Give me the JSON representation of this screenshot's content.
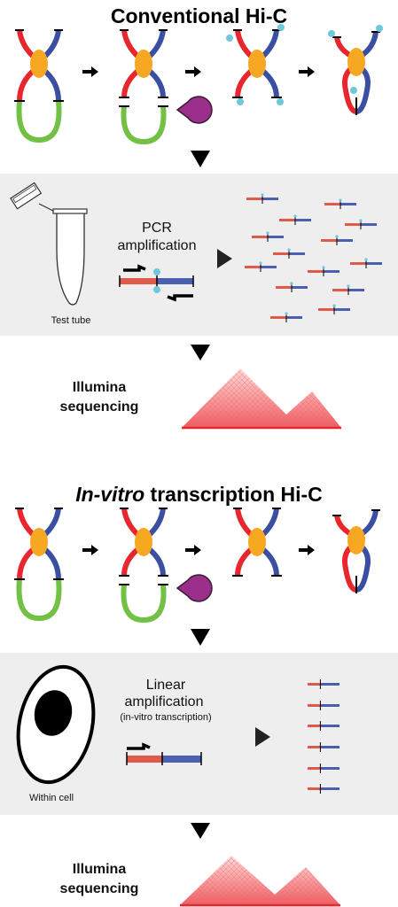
{
  "top": {
    "title": "Conventional Hi-C",
    "pcr_label_1": "PCR",
    "pcr_label_2": "amplification",
    "tube_label": "Test tube",
    "sequencing_1": "Illumina",
    "sequencing_2": "sequencing"
  },
  "bottom": {
    "title_italic": "In-vitro",
    "title_rest": " transcription Hi-C",
    "amp_label_1": "Linear",
    "amp_label_2": "amplification",
    "amp_label_3": "(in-vitro transcription)",
    "cell_label": "Within cell",
    "sequencing_1": "Illumina",
    "sequencing_2": "sequencing"
  },
  "colors": {
    "red": "#e8262d",
    "blue": "#3a4fa2",
    "green": "#72c044",
    "orange": "#f7a823",
    "purple": "#9b2e8a",
    "cyan": "#6ec8dc",
    "panel": "#eeeeee",
    "frag_red": "#e05a4a",
    "frag_blue": "#4b5fb0"
  },
  "icons": [
    "chromosome-loop-icon",
    "restriction-enzyme-icon",
    "biotin-marker-icon",
    "primer-arrow-icon",
    "test-tube-icon",
    "cell-icon",
    "hic-contact-map-icon"
  ]
}
